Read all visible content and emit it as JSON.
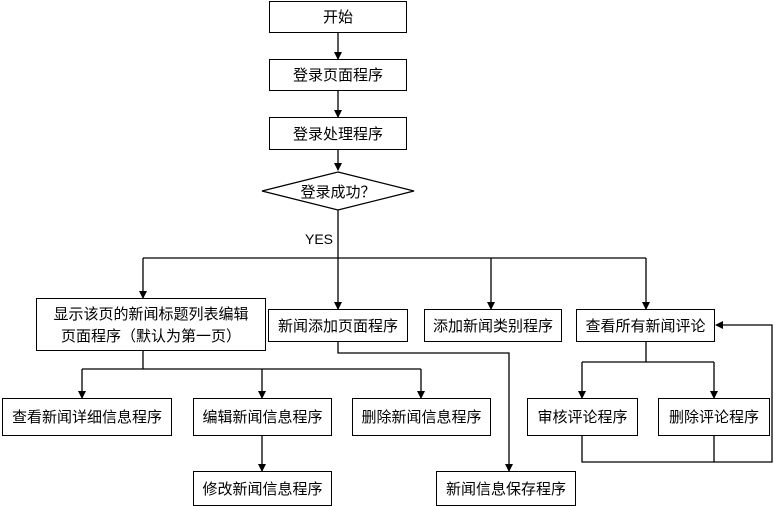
{
  "flowchart": {
    "start": "开始",
    "login_page": "登录页面程序",
    "login_process": "登录处理程序",
    "login_success": "登录成功？",
    "yes_label": "YES",
    "news_list_line1": "显示该页的新闻标题列表编辑",
    "news_list_line2": "页面程序（默认为第一页）",
    "add_news_page": "新闻添加页面程序",
    "add_category": "添加新闻类别程序",
    "view_comments": "查看所有新闻评论",
    "view_detail": "查看新闻详细信息程序",
    "edit_news": "编辑新闻信息程序",
    "delete_news": "删除新闻信息程序",
    "review_comment": "审核评论程序",
    "delete_comment": "删除评论程序",
    "modify_news": "修改新闻信息程序",
    "save_news": "新闻信息保存程序"
  }
}
